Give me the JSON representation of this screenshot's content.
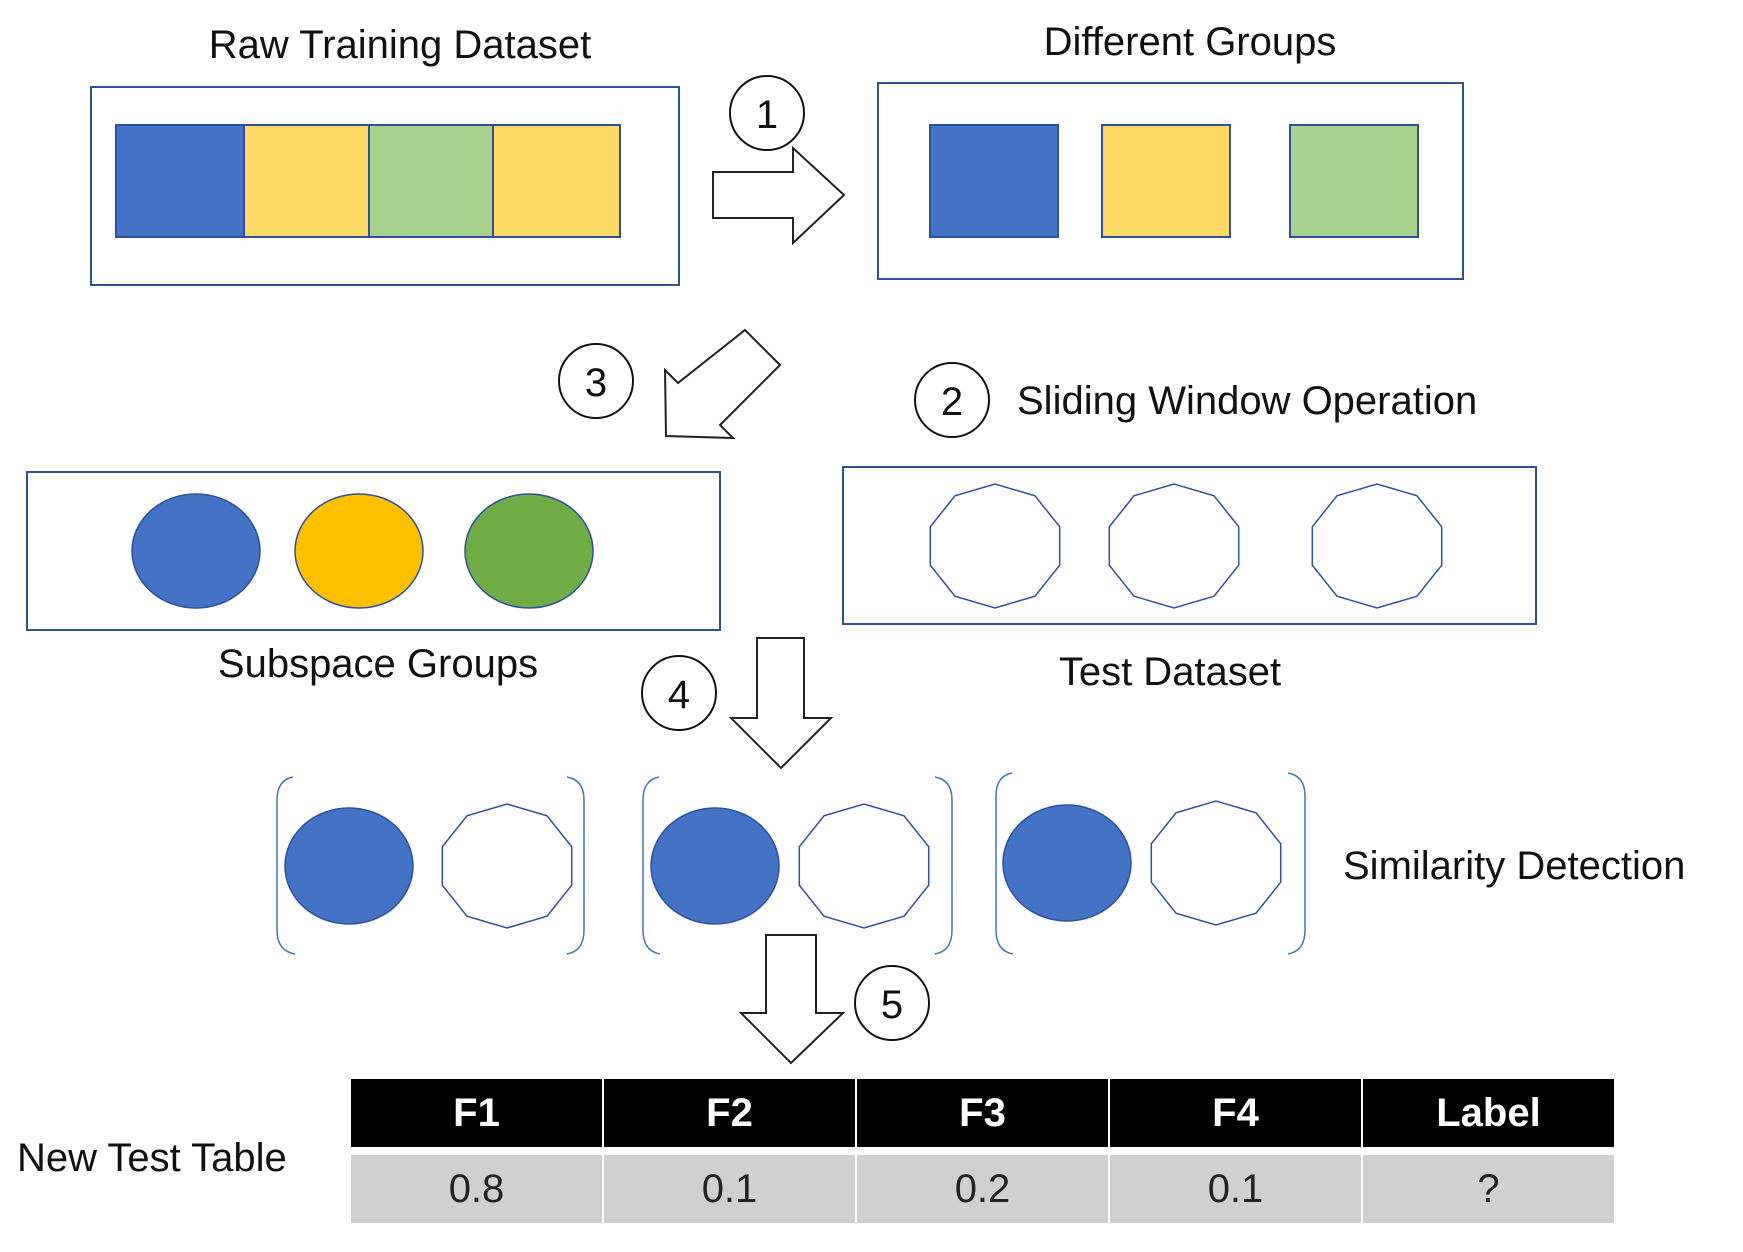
{
  "labels": {
    "raw_training": "Raw Training Dataset",
    "different_groups": "Different Groups",
    "sliding_window": "Sliding Window Operation",
    "subspace_groups": "Subspace Groups",
    "test_dataset": "Test Dataset",
    "similarity_detection": "Similarity Detection",
    "new_test_table": "New Test Table"
  },
  "steps": [
    "1",
    "2",
    "3",
    "4",
    "5"
  ],
  "colors": {
    "blue": "#4472C4",
    "yellow": "#FFD966",
    "green": "#A9D18E",
    "orange": "#FFC000",
    "dark_green": "#70AD47",
    "frame": "#2F4F9F",
    "table_header": "#000000",
    "table_row": "#D0D0D0"
  },
  "table": {
    "headers": [
      "F1",
      "F2",
      "F3",
      "F4",
      "Label"
    ],
    "row": [
      "0.8",
      "0.1",
      "0.2",
      "0.1",
      "?"
    ]
  }
}
